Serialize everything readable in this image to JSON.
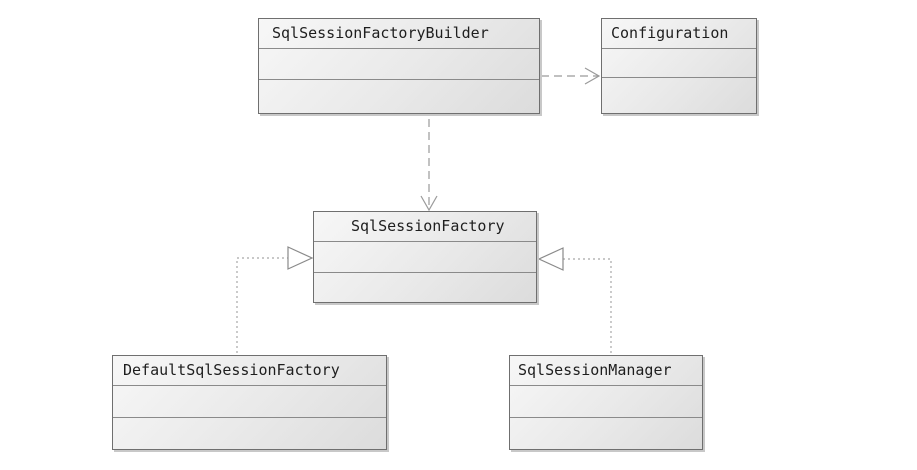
{
  "diagram": {
    "classes": [
      {
        "id": "builder",
        "name": "SqlSessionFactoryBuilder"
      },
      {
        "id": "config",
        "name": "Configuration"
      },
      {
        "id": "factory",
        "name": "SqlSessionFactory"
      },
      {
        "id": "default",
        "name": "DefaultSqlSessionFactory"
      },
      {
        "id": "manager",
        "name": "SqlSessionManager"
      }
    ],
    "relations": [
      {
        "type": "dependency",
        "from": "SqlSessionFactoryBuilder",
        "to": "Configuration"
      },
      {
        "type": "dependency",
        "from": "SqlSessionFactoryBuilder",
        "to": "SqlSessionFactory"
      },
      {
        "type": "realization",
        "from": "DefaultSqlSessionFactory",
        "to": "SqlSessionFactory"
      },
      {
        "type": "realization",
        "from": "SqlSessionManager",
        "to": "SqlSessionFactory"
      }
    ],
    "colors": {
      "border": "#6f6f6f",
      "line": "#9a9a9a",
      "text": "#1e1e1e"
    }
  }
}
